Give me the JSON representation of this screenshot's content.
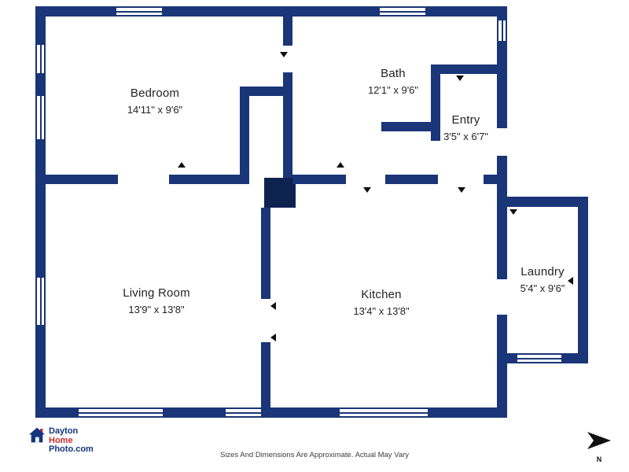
{
  "wall_color": "#1a3578",
  "rooms": [
    {
      "name": "Bedroom",
      "dims": "14'11\" x 9'6\""
    },
    {
      "name": "Bath",
      "dims": "12'1\" x 9'6\""
    },
    {
      "name": "Entry",
      "dims": "3'5\" x 6'7\""
    },
    {
      "name": "Living Room",
      "dims": "13'9\" x 13'8\""
    },
    {
      "name": "Kitchen",
      "dims": "13'4\" x 13'8\""
    },
    {
      "name": "Laundry",
      "dims": "5'4\" x 9'6\""
    }
  ],
  "logo": {
    "line1": "Dayton",
    "line2": "Home",
    "line3": "Photo.com",
    "color_primary": "#16357e",
    "color_accent": "#cc2b2b"
  },
  "footer": {
    "disclaimer": "Sizes And Dimensions Are Approximate. Actual May Vary"
  },
  "compass": {
    "label": "N"
  }
}
